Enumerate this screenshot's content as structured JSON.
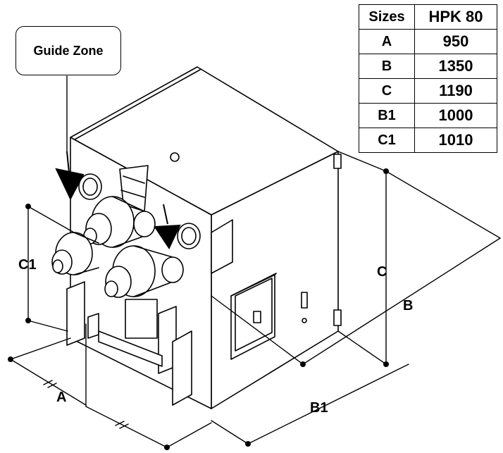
{
  "callout": {
    "text": "Guide Zone"
  },
  "table": {
    "headers": [
      "Sizes",
      "HPK 80"
    ],
    "rows": [
      [
        "A",
        "950"
      ],
      [
        "B",
        "1350"
      ],
      [
        "C",
        "1190"
      ],
      [
        "B1",
        "1000"
      ],
      [
        "C1",
        "1010"
      ]
    ]
  },
  "dimensions": {
    "A": "A",
    "B": "B",
    "C": "C",
    "B1": "B1",
    "C1": "C1"
  }
}
